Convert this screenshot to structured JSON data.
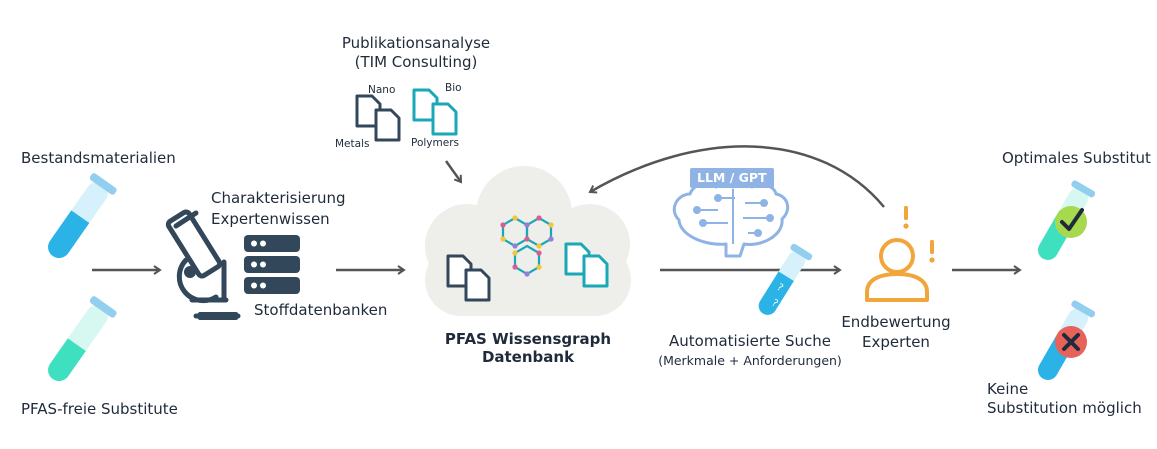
{
  "inputs": {
    "existing_materials": "Bestandsmaterialien",
    "pfas_free_substitutes": "PFAS-freie Substitute"
  },
  "characterization": {
    "title_line1": "Charakterisierung",
    "title_line2": "Expertenwissen",
    "databases": "Stoffdatenbanken"
  },
  "publication_analysis": {
    "title_line1": "Publikationsanalyse",
    "title_line2": "(TIM Consulting)",
    "categories": {
      "nano": "Nano",
      "bio": "Bio",
      "metals": "Metals",
      "polymers": "Polymers"
    }
  },
  "knowledge_graph": {
    "title_line1": "PFAS Wissensgraph",
    "title_line2": "Datenbank"
  },
  "search": {
    "badge": "LLM / GPT",
    "title": "Automatisierte Suche",
    "subtitle": "(Merkmale + Anforderungen)"
  },
  "evaluation": {
    "title_line1": "Endbewertung",
    "title_line2": "Experten"
  },
  "outcomes": {
    "optimal": "Optimales Substitut",
    "none_line1": "Keine",
    "none_line2": "Substitution möglich"
  },
  "colors": {
    "dark_navy": "#33475b",
    "teal": "#1aa8b8",
    "tube_blue": "#2bb2e6",
    "tube_mint": "#3fe0c0",
    "orange": "#f0a63a",
    "cloud": "#eeeeea",
    "arrow": "#555555",
    "check_green": "#a7d94e",
    "cross_red": "#e8625c",
    "brain_blue": "#8fb3e4"
  }
}
